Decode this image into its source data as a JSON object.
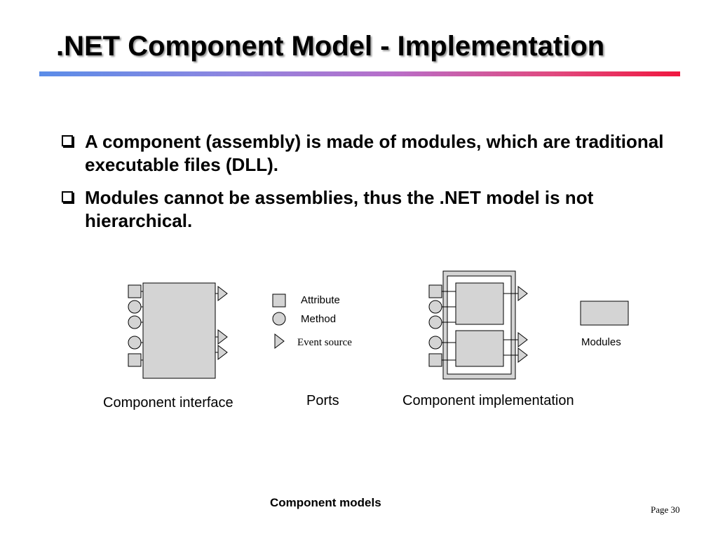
{
  "slide": {
    "title": ".NET Component Model - Implementation",
    "bullets": [
      "A component (assembly) is made of modules, which are traditional executable files (DLL).",
      "Modules cannot be assemblies, thus the .NET model is not hierarchical."
    ]
  },
  "diagram": {
    "legend": {
      "attribute": "Attribute",
      "method": "Method",
      "event_source": "Event source"
    },
    "modules_label": "Modules",
    "captions": {
      "interface": "Component  interface",
      "ports": "Ports",
      "implementation": "Component  implementation"
    }
  },
  "footer": {
    "title": "Component models",
    "page": "Page 30"
  },
  "colors": {
    "shape_fill": "#d4d4d4",
    "accent_start": "#5b8de8",
    "accent_end": "#f01840"
  }
}
